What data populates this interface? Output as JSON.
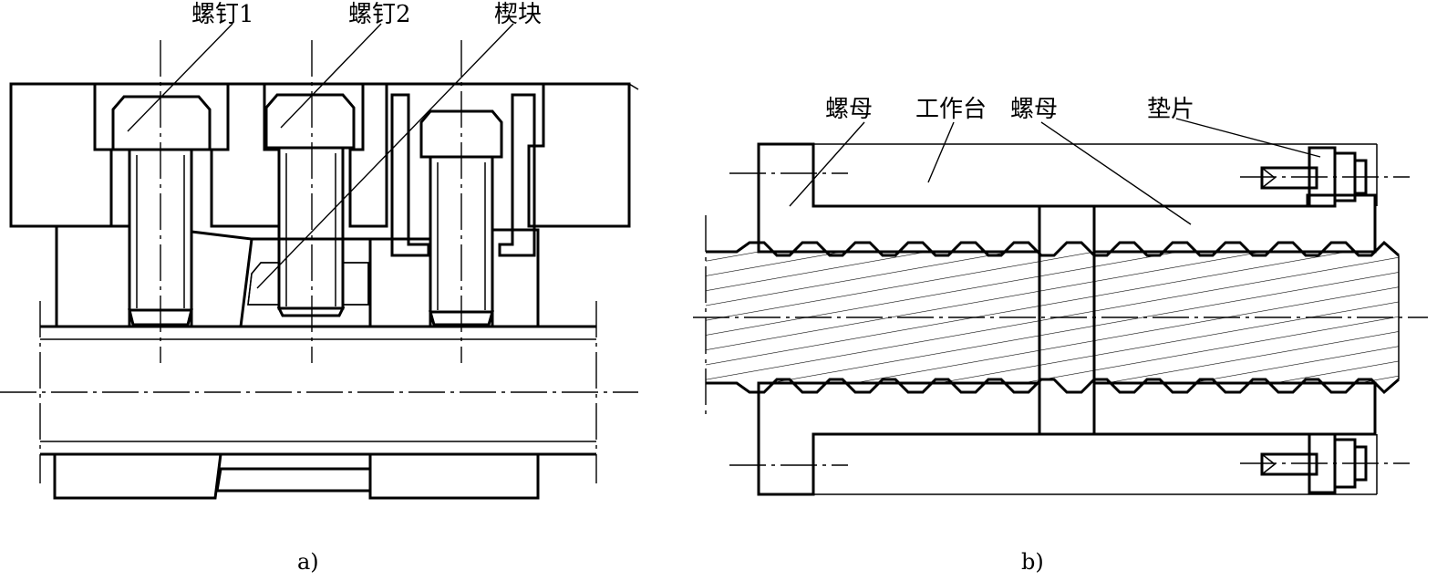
{
  "figure_a": {
    "caption": "a)",
    "labels": {
      "screw1": "螺钉1",
      "screw2": "螺钉2",
      "wedge": "楔块"
    }
  },
  "figure_b": {
    "caption": "b)",
    "labels": {
      "nut_left": "螺母",
      "worktable": "工作台",
      "nut_right": "螺母",
      "shim": "垫片"
    }
  }
}
